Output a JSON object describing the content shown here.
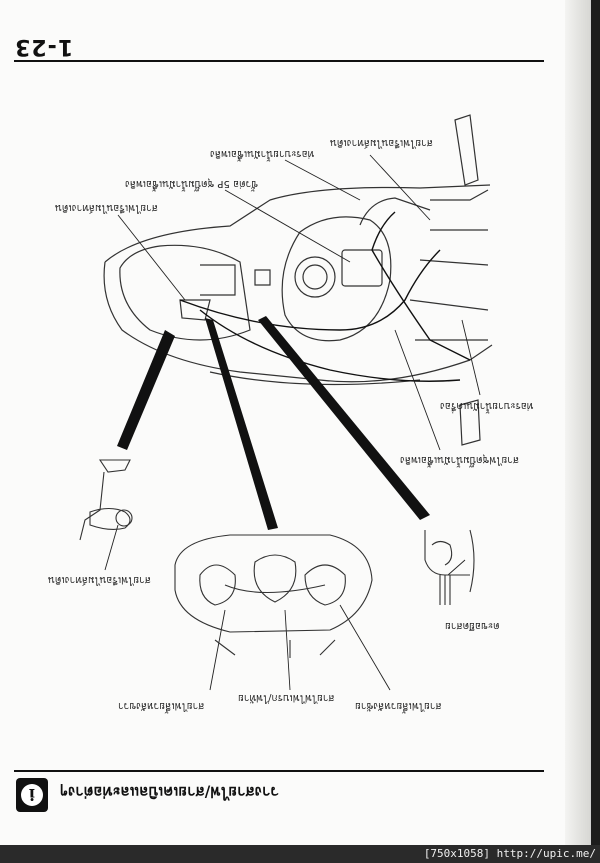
{
  "page": {
    "number": "1-23",
    "section_title": "วางสายไฟ/สายเคเบิลและท่อต่างๆ",
    "info_icon": "info-icon",
    "footer": "[750x1058] http://upic.me/"
  },
  "labels": {
    "cable_speedo": "สายไฟเรือนไมล์ทางเดิน",
    "fuel_pump_hose": "ท่อระบายน้ำมันเชื้อเพลิง",
    "connector_pump": "ขั้วต่อ 5P ชุดปั๊มน้ำมันเชื้อเพลิง",
    "cable_main": "สายไฟเรือนไมล์ทางเดิน",
    "fuel_line_hose": "ท่อน้ำมันเชื้อเพลิง",
    "overflow_hose": "ท่อระบายน้ำมันเครื่อง",
    "fuel_pump_wire": "สายไฟชุดปั๊มน้ำมันเชื้อเพลิง",
    "clamp": "ตะขอยึดสาย",
    "small_inset": "สายไฟเรือนไมล์ทางเดิน",
    "inset_left": "สายไฟเลี้ยวหลังขวา",
    "inset_mid": "สายไฟไฟเบรก/ไฟท้าย",
    "inset_right": "สายไฟเลี้ยวหลังซ้าย"
  }
}
